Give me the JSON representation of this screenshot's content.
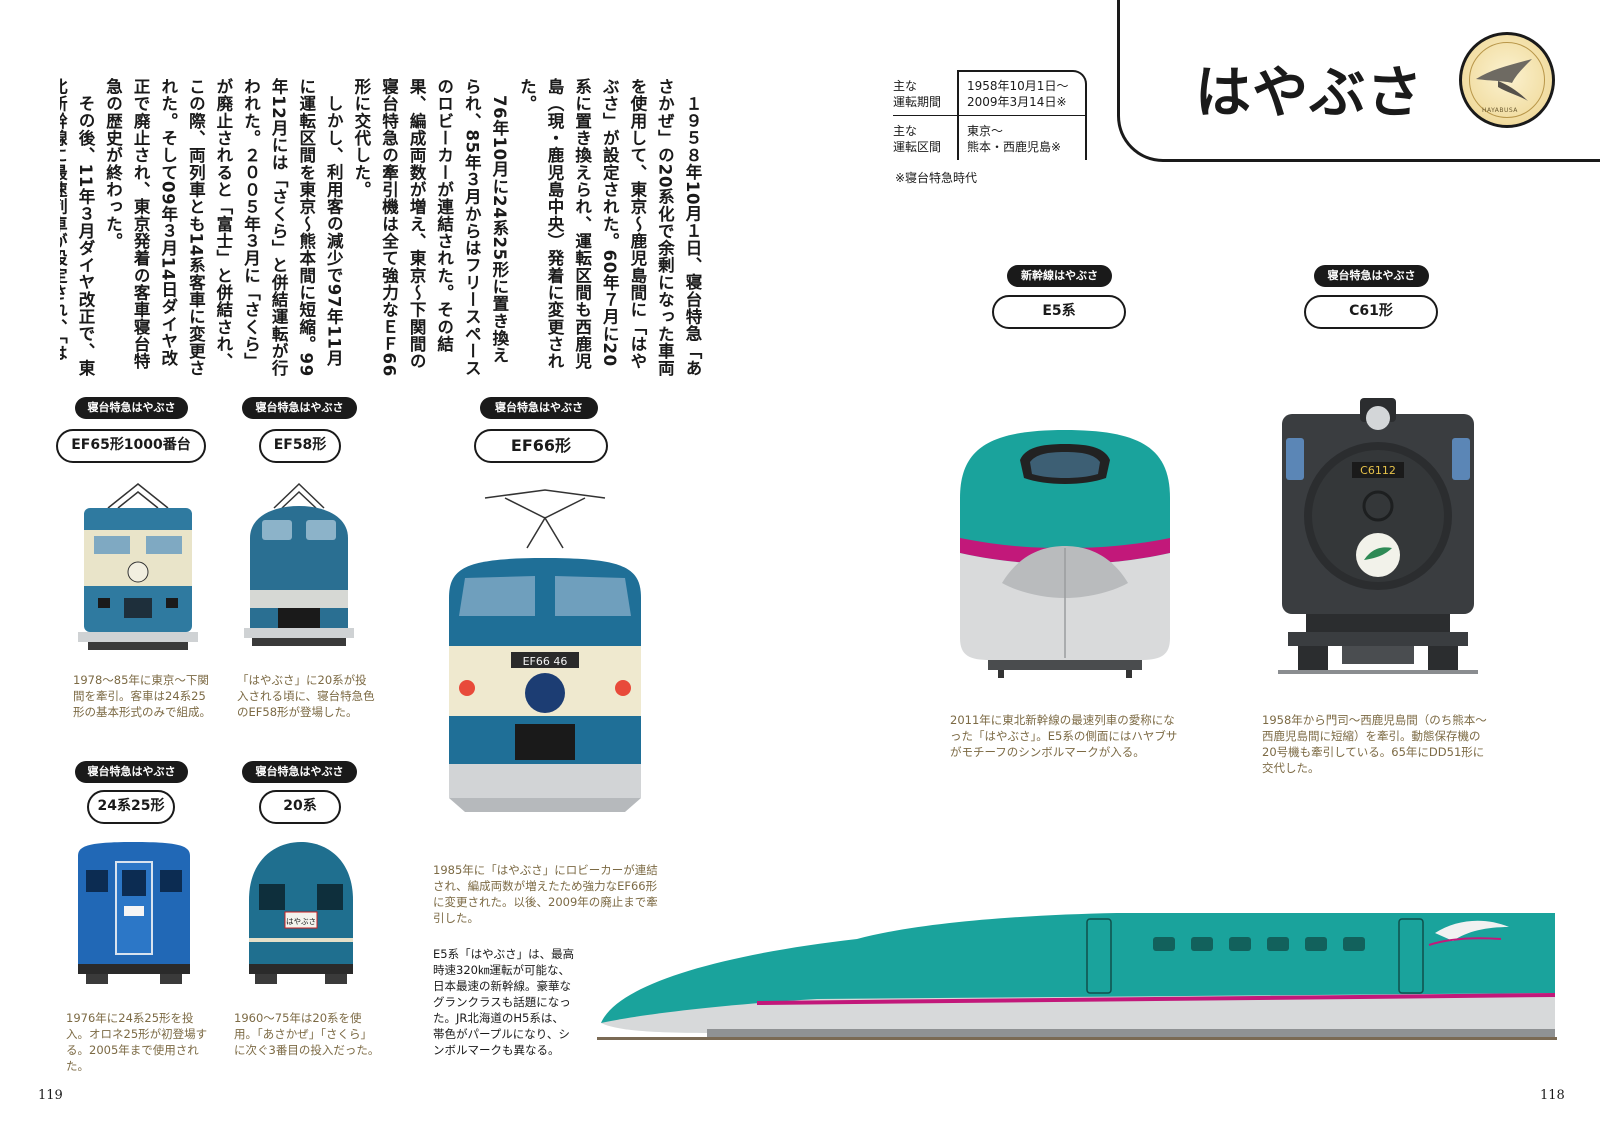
{
  "main_text": {
    "paragraphs": [
      "１９５８年10月１日、寝台特急「あさかぜ」の20系化で余剰になった車両を使用して、東京〜鹿児島間に「はやぶさ」が設定された。60年７月に20系に置き換えられ、運転区間も西鹿児島（現・鹿児島中央）発着に変更された。",
      "76年10月に24系25形に置き換えられ、85年３月からはフリースペースのロビーカーが連結された。その結果、編成両数が増え、東京〜下関間の寝台特急の牽引機は全て強力なＥＦ66形に交代した。",
      "しかし、利用客の減少で97年11月に運転区間を東京〜熊本間に短縮。99年12月には「さくら」と併結運転が行われた。２００５年３月に「さくら」が廃止されると「富士」と併結され、この際、両列車とも14系客車に変更された。そして09年３月14日ダイヤ改正で廃止され、東京発着の客車寝台特急の歴史が終わった。",
      "その後、11年３月ダイヤ改正で、東北新幹線に最速列車が設定され、「はやぶさ」の愛称が採用された。運転区間は以前と異なるが、スピード感ある愛称はすっかりと定着している。"
    ]
  },
  "title": "はやぶさ",
  "emblem_text": "HAYABUSA",
  "info": {
    "rows": [
      {
        "key": "主な\n運転期間",
        "value": "1958年10月1日〜\n2009年3月14日※"
      },
      {
        "key": "主な\n運転区間",
        "value": "東京〜\n熊本・西鹿児島※"
      }
    ],
    "note": "※寝台特急時代"
  },
  "trains": {
    "ef65": {
      "tag": "寝台特急はやぶさ",
      "name": "EF65形1000番台",
      "caption": "1978〜85年に東京〜下関間を牽引。客車は24系25形の基本形式のみで組成。"
    },
    "ef58": {
      "tag": "寝台特急はやぶさ",
      "name": "EF58形",
      "caption": "「はやぶさ」に20系が投入される頃に、寝台特急色のEF58形が登場した。"
    },
    "ef66": {
      "tag": "寝台特急はやぶさ",
      "name": "EF66形",
      "caption": "1985年に「はやぶさ」にロビーカーが連結され、編成両数が増えたため強力なEF66形に変更された。以後、2009年の廃止まで牽引した。",
      "plate": "EF66 46"
    },
    "k2425": {
      "tag": "寝台特急はやぶさ",
      "name": "24系25形",
      "caption": "1976年に24系25形を投入。オロネ25形が初登場する。2005年まで使用された。"
    },
    "k20": {
      "tag": "寝台特急はやぶさ",
      "name": "20系",
      "caption": "1960〜75年は20系を使用。「あさかぜ」「さくら」に次ぐ3番目の投入だった。",
      "plate": "はやぶさ"
    },
    "e5": {
      "tag": "新幹線はやぶさ",
      "name": "E5系",
      "caption": "2011年に東北新幹線の最速列車の愛称になった「はやぶさ」。E5系の側面にはハヤブサがモチーフのシンボルマークが入る。"
    },
    "c61": {
      "tag": "寝台特急はやぶさ",
      "name": "C61形",
      "caption": "1958年から門司〜西鹿児島間（のち熊本〜西鹿児島間に短縮）を牽引。動態保存機の20号機も牽引している。65年にDD51形に交代した。",
      "plate": "C6112"
    }
  },
  "e5_note": "E5系「はやぶさ」は、最高時速320㎞運転が可能な、日本最速の新幹線。豪華なグランクラスも話題になった。JR北海道のH5系は、帯色がパープルになり、シンボルマークも異なる。",
  "page_left": "119",
  "page_right": "118",
  "colors": {
    "ink": "#1a1a1a",
    "caption": "#7c6a44",
    "e5_green": "#1aa39c",
    "e5_pink": "#c2187a",
    "blue_loco": "#2a7a98",
    "ef66_blue": "#1f6f97",
    "cream": "#f1ecd4",
    "sleeper_blue": "#2168b6",
    "steam_black": "#3a3d40"
  }
}
